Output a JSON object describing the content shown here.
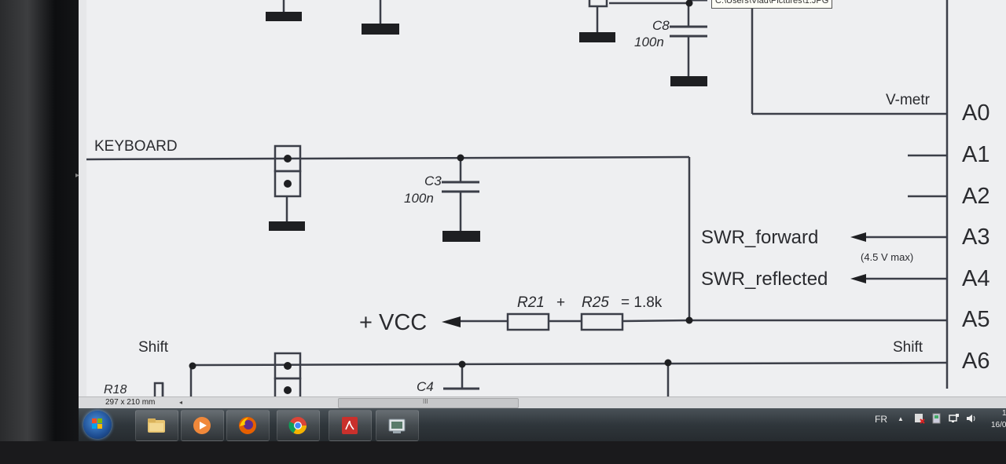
{
  "window": {
    "tooltip_path": "C:\\Users\\Vlad\\Pictures\\1.JPG"
  },
  "schematic": {
    "labels": {
      "keyboard": "KEYBOARD",
      "vmetr": "V-metr",
      "c8_name": "C8",
      "c8_value": "100n",
      "c3_name": "C3",
      "c3_value": "100n",
      "c4_name": "C4",
      "swr_forward": "SWR_forward",
      "swr_reflected": "SWR_reflected",
      "max_note": "(4.5 V max)",
      "vcc": "+ VCC",
      "r21": "R21",
      "plus": "+",
      "r25": "R25",
      "r_value": "= 1.8k",
      "shift_left": "Shift",
      "shift_right": "Shift",
      "r18": "R18"
    },
    "pins": [
      "A0",
      "A1",
      "A2",
      "A3",
      "A4",
      "A5",
      "A6"
    ]
  },
  "statusbar": {
    "page_size": "297 x 210 mm",
    "scroll_left": "◂",
    "grip": "III"
  },
  "taskbar": {
    "apps": [
      {
        "name": "Windows Explorer",
        "icon": "folder-icon"
      },
      {
        "name": "Media Player",
        "icon": "media-player-icon"
      },
      {
        "name": "Firefox",
        "icon": "firefox-icon"
      },
      {
        "name": "Chrome",
        "icon": "chrome-icon"
      },
      {
        "name": "Acrobat Reader",
        "icon": "pdf-icon"
      },
      {
        "name": "Schematic Editor",
        "icon": "app-icon"
      }
    ],
    "language": "FR",
    "tray_arrow": "▲",
    "clock_time": "1",
    "clock_date": "16/0"
  },
  "colors": {
    "wire": "#3b3e48",
    "ground": "#1e1f22",
    "text": "#2a2b2f",
    "taskbar": "#2f363b"
  }
}
